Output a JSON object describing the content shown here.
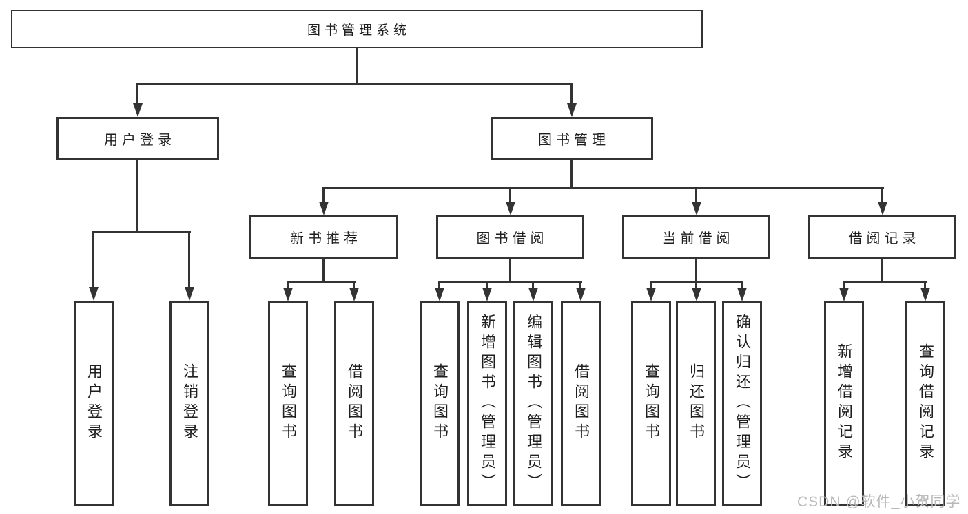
{
  "colors": {
    "line": "#333333",
    "ink": "#1f1f1f",
    "watermark": "#b8b8b8",
    "bg": "#ffffff"
  },
  "watermark": "CSDN @软件_小贺同学",
  "tree": {
    "root": "图书管理系统",
    "user_login_branch": {
      "label": "用户登录",
      "children": [
        "用户登录",
        "注销登录"
      ]
    },
    "book_mgmt_branch": {
      "label": "图书管理",
      "groups": [
        {
          "label": "新书推荐",
          "children": [
            "查询图书",
            "借阅图书"
          ]
        },
        {
          "label": "图书借阅",
          "children": [
            "查询图书",
            "新增图书（管理员）",
            "编辑图书（管理员）",
            "借阅图书"
          ]
        },
        {
          "label": "当前借阅",
          "children": [
            "查询图书",
            "归还图书",
            "确认归还（管理员）"
          ]
        },
        {
          "label": "借阅记录",
          "children": [
            "新增借阅记录",
            "查询借阅记录"
          ]
        }
      ]
    }
  }
}
